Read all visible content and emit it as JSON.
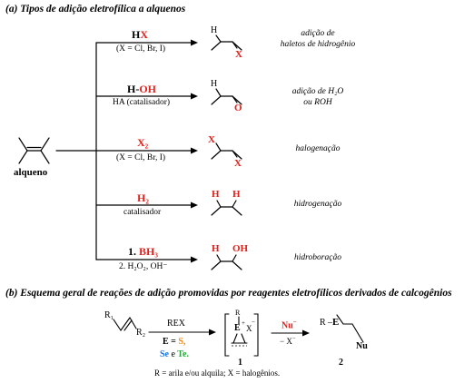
{
  "section_a": {
    "title": "(a) Tipos de adição eletrofílica a alquenos"
  },
  "section_b": {
    "title": "(b) Esquema geral de reações de adição promovidas por reagentes eletrofílicos derivados de calcogênios"
  },
  "substrate": {
    "label": "alqueno"
  },
  "reactions": [
    {
      "reagent_main_black": "H",
      "reagent_main_red": "X",
      "reagent_sub": "(X = Cl, Br, I)",
      "product_atoms": [
        "H",
        "X"
      ],
      "product_label_1": "adição de",
      "product_label_2": "haletos de hidrogênio"
    },
    {
      "reagent_main_black": "H-",
      "reagent_main_red": "OH",
      "reagent_sub": "HA (catalisador)",
      "product_atoms": [
        "H",
        "O"
      ],
      "product_label_1": "adição de H₂O",
      "product_label_2": "ou ROH"
    },
    {
      "reagent_main_red": "X₂",
      "reagent_sub": "(X = Cl, Br, I)",
      "product_atoms": [
        "X",
        "X"
      ],
      "product_label_1": "halogenação"
    },
    {
      "reagent_main_red": "H₂",
      "reagent_sub": "catalisador",
      "product_atoms": [
        "H",
        "H"
      ],
      "product_label_1": "hidrogenação"
    },
    {
      "reagent_main_black": "1. ",
      "reagent_main_red": "BH₃",
      "reagent_sub": "2. H₂O₂, OH⁻",
      "product_atoms": [
        "H",
        "OH"
      ],
      "product_label_1": "hidroboração"
    }
  ],
  "scheme_b": {
    "r1": "R₁",
    "r2": "R₂",
    "reagent_top": "REX",
    "reagent_e": "E = ",
    "reagent_s": "S,",
    "reagent_se": "Se",
    "reagent_e2": "e",
    "reagent_te": "Te.",
    "intermediate_r": "R",
    "intermediate_e": "E",
    "intermediate_x": "X",
    "intermediate_plus": "+",
    "intermediate_minus": "−",
    "intermediate_number": "1",
    "nu_reagent": "Nu",
    "nu_minus": "−",
    "leaving": "− X",
    "leaving_minus": "−",
    "product_r": "R",
    "product_e": "E",
    "product_nu": "Nu",
    "product_number": "2",
    "footnote": "R = arila e/ou alquila; X = halogênios."
  },
  "colors": {
    "red": "#e0201b",
    "orange": "#f08a1c",
    "blue": "#1e74d6",
    "green": "#24a83a"
  }
}
